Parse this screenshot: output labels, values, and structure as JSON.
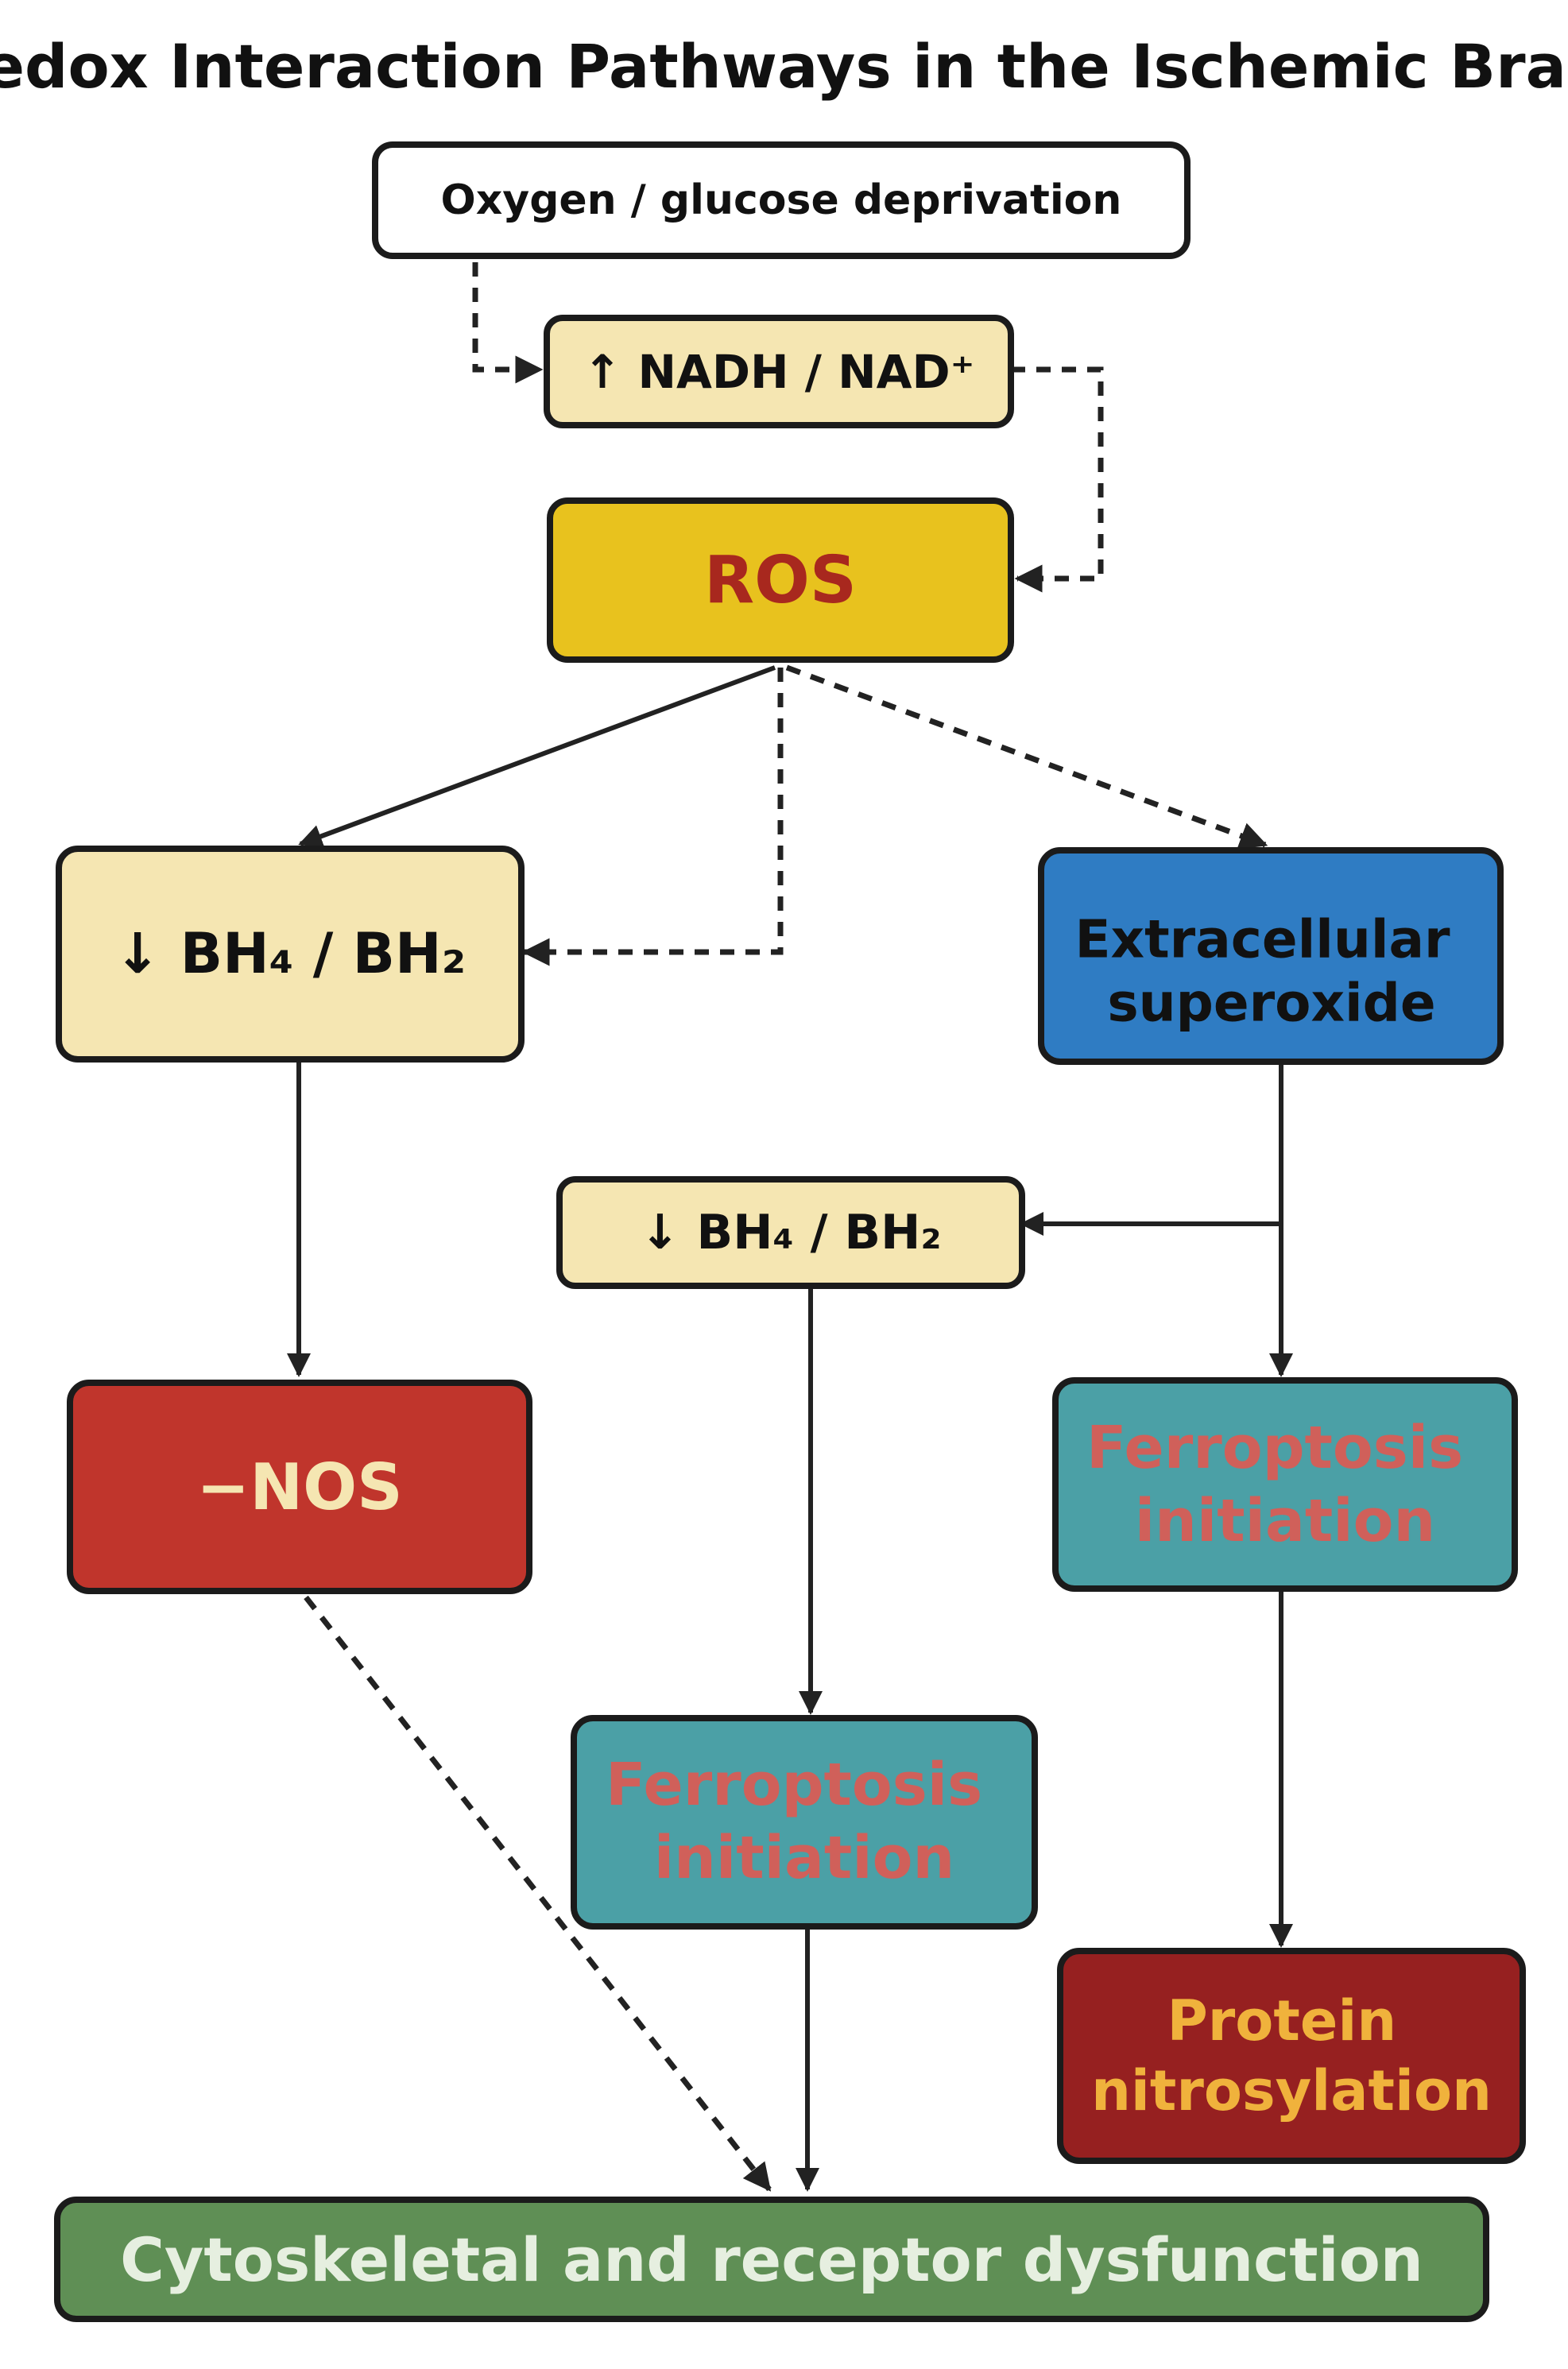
{
  "title": "Redox Interaction Pathways in the Ischemic Brain",
  "colors": {
    "white_box": "#ffffff",
    "cream_box": "#f5e6b2",
    "ros_box": "#e8c21e",
    "ros_text": "#a8281e",
    "blue_box": "#2f7cc3",
    "red_box": "#c0352c",
    "nos_text": "#f5e6b2",
    "teal_box": "#4ba0a6",
    "teal_text": "#d0605a",
    "dark_red_box": "#962020",
    "protein_text": "#f0b23c",
    "green_box": "#5f8f55",
    "green_text": "#e6efe0",
    "dark_text": "#111111"
  },
  "nodes": {
    "deprivation": {
      "lines": [
        "Oxygen / glucose deprivation"
      ]
    },
    "nadh": {
      "lines": [
        "↑ NADH / NAD⁺"
      ]
    },
    "ros": {
      "lines": [
        "ROS"
      ]
    },
    "bh4_left": {
      "lines": [
        "↓ BH₄ / BH₂"
      ]
    },
    "extracellular": {
      "lines": [
        "Extracellular",
        "superoxide"
      ]
    },
    "bh4_mid": {
      "lines": [
        "↓ BH₄ / BH₂"
      ]
    },
    "nos": {
      "lines": [
        "−NOS"
      ]
    },
    "ferroptosis_right": {
      "lines": [
        "Ferroptosis",
        "initiation"
      ]
    },
    "ferroptosis_mid": {
      "lines": [
        "Ferroptosis",
        "initiation"
      ]
    },
    "protein": {
      "lines": [
        "Protein",
        "nitrosylation"
      ]
    },
    "dysfunction": {
      "lines": [
        "Cytoskeletal and receptor dysfunction"
      ]
    }
  },
  "edges": [
    {
      "from": "deprivation",
      "to": "nadh",
      "style": "dashed"
    },
    {
      "from": "nadh",
      "to": "ros",
      "style": "dashed"
    },
    {
      "from": "ros",
      "to": "bh4_left",
      "style": "solid"
    },
    {
      "from": "ros",
      "to": "bh4_left",
      "style": "dashed"
    },
    {
      "from": "ros",
      "to": "extracellular",
      "style": "dashed"
    },
    {
      "from": "bh4_left",
      "to": "nos",
      "style": "solid"
    },
    {
      "from": "extracellular",
      "to": "bh4_mid",
      "style": "solid"
    },
    {
      "from": "extracellular",
      "to": "ferroptosis_right",
      "style": "solid"
    },
    {
      "from": "bh4_mid",
      "to": "ferroptosis_mid",
      "style": "solid"
    },
    {
      "from": "ferroptosis_right",
      "to": "protein",
      "style": "solid"
    },
    {
      "from": "nos",
      "to": "dysfunction",
      "style": "dashed"
    },
    {
      "from": "ferroptosis_mid",
      "to": "dysfunction",
      "style": "solid"
    }
  ]
}
